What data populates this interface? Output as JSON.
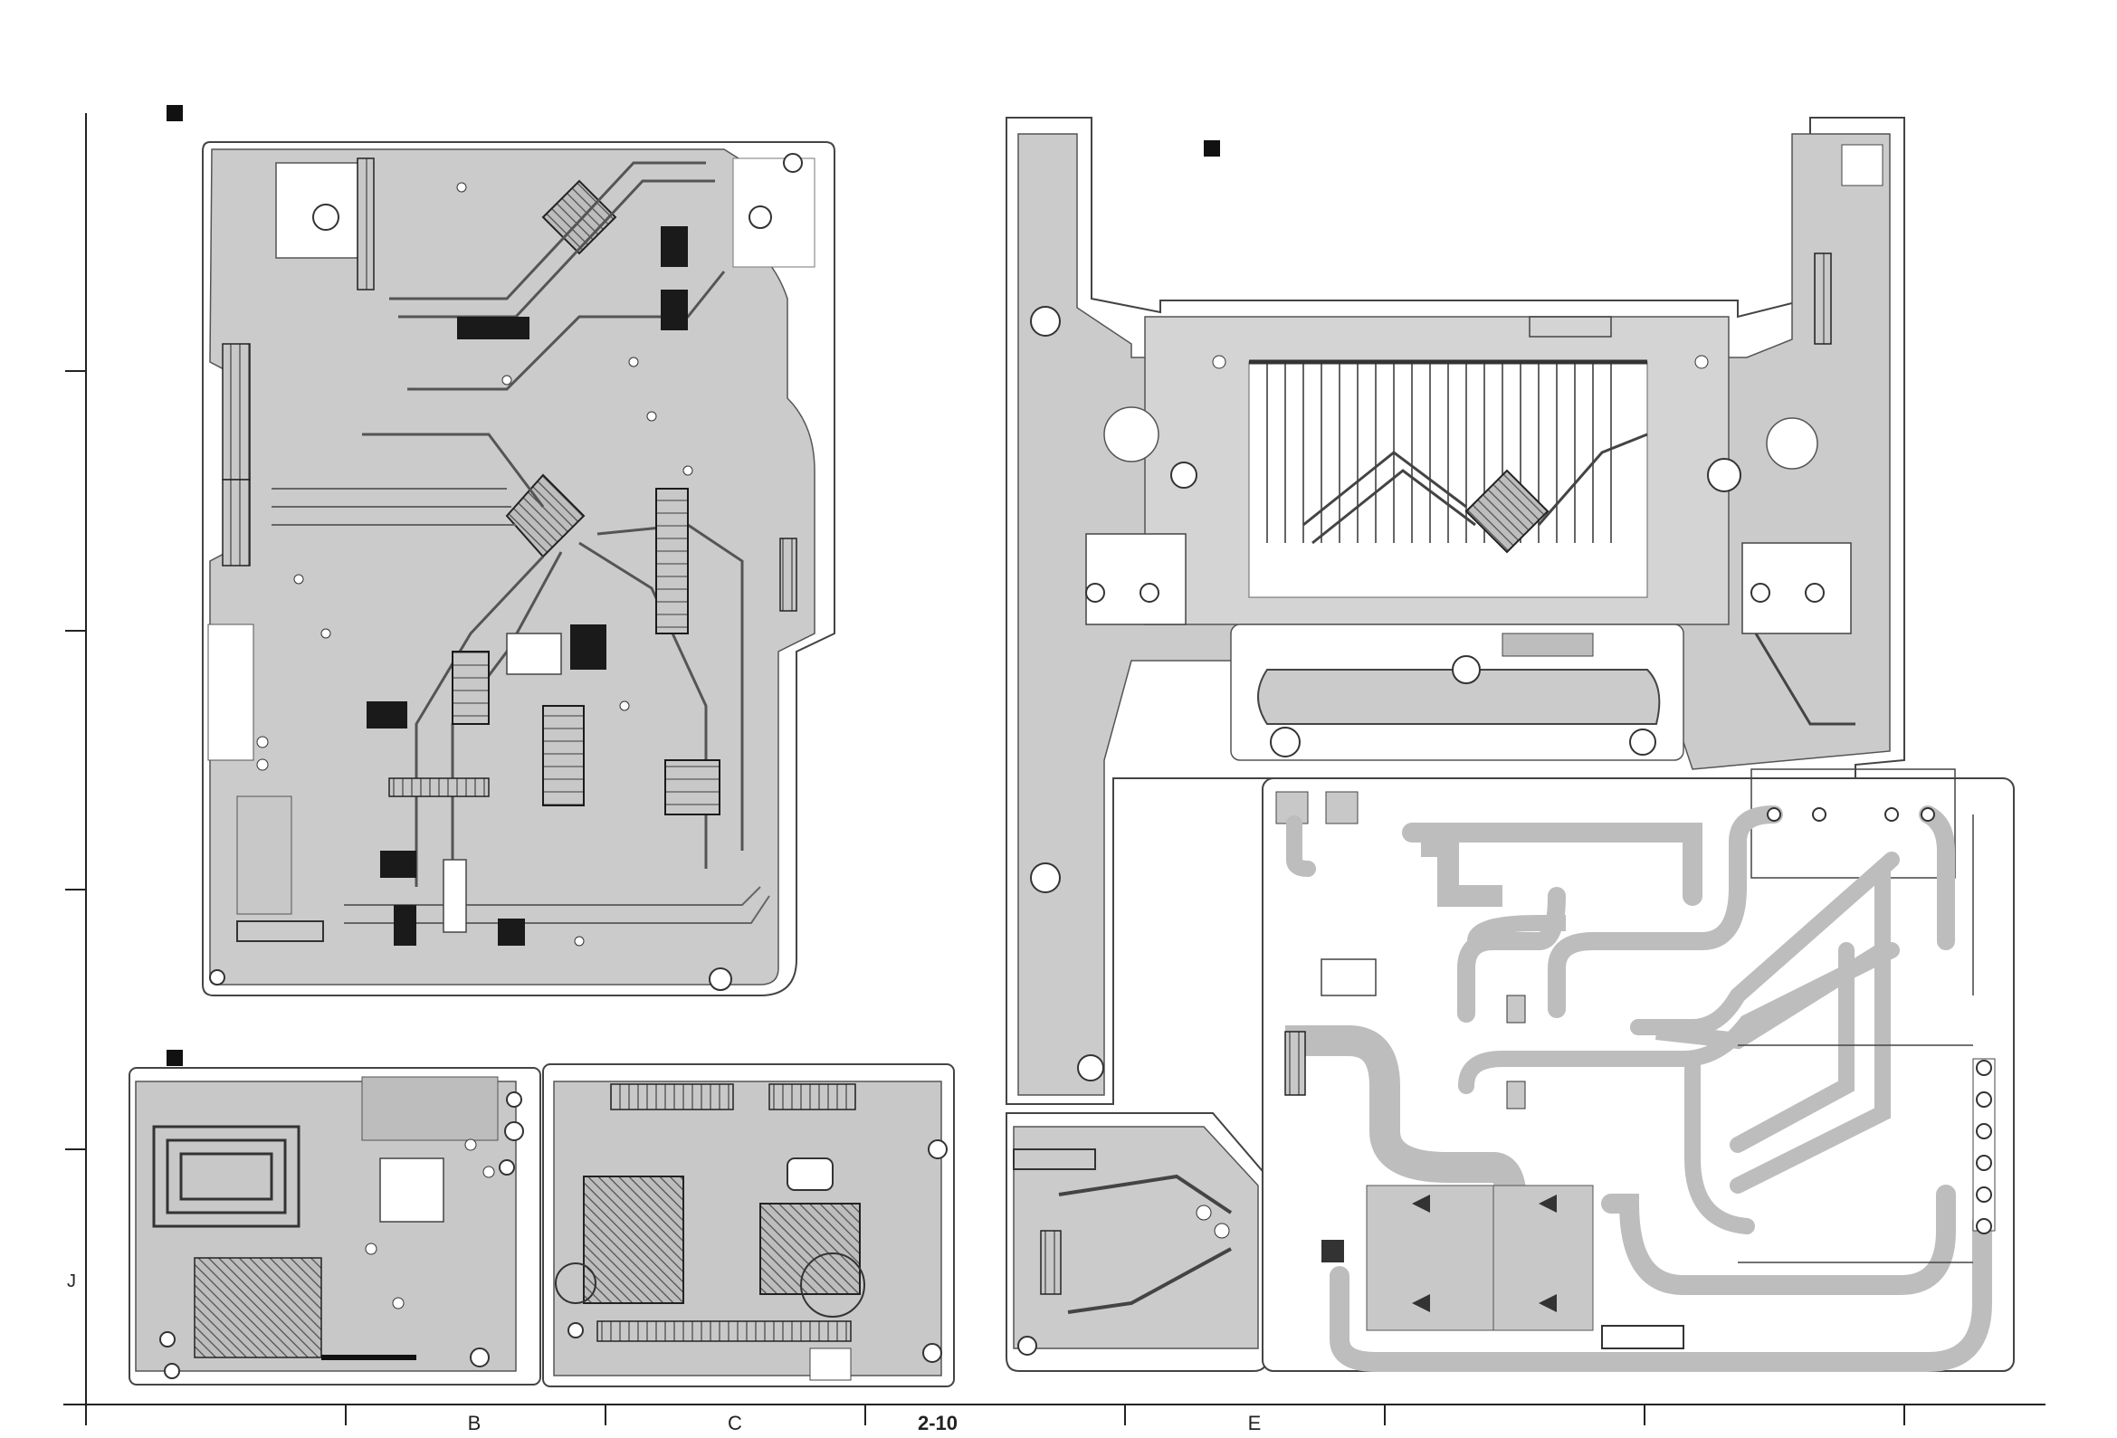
{
  "page": {
    "page_number": "2-10",
    "side_mark": "J"
  },
  "grid": {
    "column_labels": [
      "B",
      "C",
      "E"
    ]
  },
  "boards": [
    {
      "name": "board-main-top-left",
      "has_marker": true
    },
    {
      "name": "board-bottom-left-a",
      "has_marker": true
    },
    {
      "name": "board-bottom-left-b",
      "has_marker": false
    },
    {
      "name": "board-display-top-right",
      "has_marker": true
    },
    {
      "name": "board-bottom-center",
      "has_marker": false
    },
    {
      "name": "board-power-bottom-right",
      "has_marker": false
    }
  ],
  "colors": {
    "copper_fill": "#c8c8c8",
    "trace": "#555555",
    "outline": "#444444",
    "pad_dark": "#1a1a1a",
    "background": "#ffffff"
  }
}
